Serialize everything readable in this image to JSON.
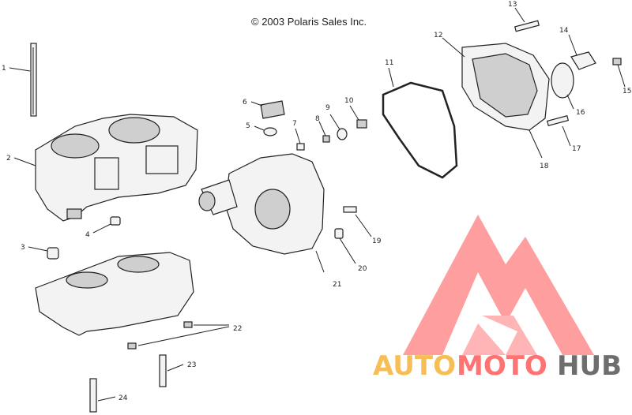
{
  "copyright": "© 2003 Polaris Sales Inc.",
  "labels": [
    "1",
    "2",
    "3",
    "4",
    "5",
    "6",
    "7",
    "8",
    "9",
    "10",
    "11",
    "12",
    "13",
    "14",
    "15",
    "16",
    "17",
    "18",
    "19",
    "20",
    "21",
    "22",
    "23",
    "24"
  ],
  "brand": {
    "part1": "AUTO",
    "part2": "MOTO",
    "part3": "HUB",
    "color1": "#f5b33a",
    "color2": "#ff5b5b",
    "color3": "#555555",
    "logo_color": "#ff4f4f"
  }
}
